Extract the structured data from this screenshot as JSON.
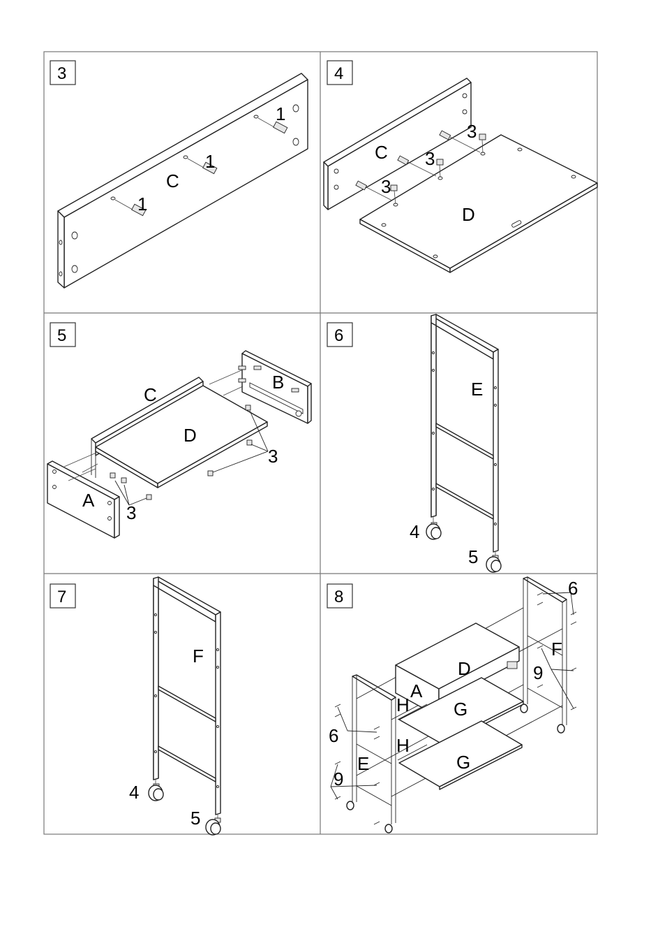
{
  "steps": [
    {
      "number": "3",
      "labels": {
        "part": "C",
        "hw1a": "1",
        "hw1b": "1",
        "hw1c": "1"
      }
    },
    {
      "number": "4",
      "labels": {
        "partC": "C",
        "partD": "D",
        "hw3a": "3",
        "hw3b": "3",
        "hw3c": "3"
      }
    },
    {
      "number": "5",
      "labels": {
        "partC": "C",
        "partB": "B",
        "partD": "D",
        "partA": "A",
        "hw3a": "3",
        "hw3b": "3"
      }
    },
    {
      "number": "6",
      "labels": {
        "part": "E",
        "hw4": "4",
        "hw5": "5"
      }
    },
    {
      "number": "7",
      "labels": {
        "part": "F",
        "hw4": "4",
        "hw5": "5"
      }
    },
    {
      "number": "8",
      "labels": {
        "partD": "D",
        "partA": "A",
        "partF": "F",
        "partH1": "H",
        "partG1": "G",
        "partH2": "H",
        "partG2": "G",
        "partE": "E",
        "hw6a": "6",
        "hw6b": "6",
        "hw9a": "9",
        "hw9b": "9"
      }
    }
  ]
}
